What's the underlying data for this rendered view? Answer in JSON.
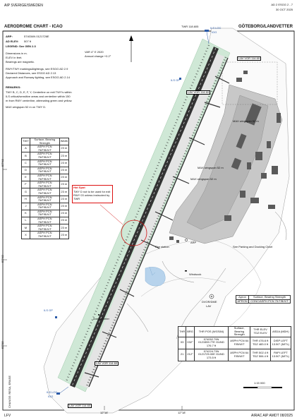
{
  "header": {
    "left": "AIP SVERIGE/SWEDEN",
    "right_ref": "AD 2 ESGG 2 - 7",
    "right_date": "30 OCT 2025"
  },
  "title_bar": {
    "title": "AERODROME CHART - ICAO",
    "twr": "TWR 118.605",
    "location": "GÖTEBORG/LANDVETTER"
  },
  "info": {
    "arp_label": "ARP:",
    "arp_value": "574034N 0121726E",
    "elev_label": "AD ELEV:",
    "elev_value": "507 ft",
    "legend": "LEGEND: See GEN 2.3",
    "dims1": "Dimensions in m.",
    "dims2": "ELEV in feet.",
    "dims3": "Bearings are magnetic.",
    "notes": [
      "RWY/TWY markings&lightings, see ESGG AD 2.9",
      "Declared Distances, see ESGG AD 2.13",
      "Approach and Runway lighting, see ESGG AD 2.14"
    ]
  },
  "remarks": {
    "title": "REMARKS:",
    "lines": [
      "TWY B, C, D, E, F, Y, Centerline on exit TWY's within",
      "ILS critical/sensitive areas and centerline within 150",
      "m from RWY centerline, alternating green and yellow."
    ],
    "wingspan": "MAX wingspan 52 m on TWY D."
  },
  "twy_table": {
    "headers": [
      "TWY",
      "Surface, Bearing Strength",
      "Width"
    ],
    "rows": [
      [
        "A",
        "ASPH PCN 75/F/B/X/T",
        "23 m"
      ],
      [
        "B",
        "ASPH PCN 75/F/B/X/T",
        "23 m"
      ],
      [
        "C",
        "ASPH PCN 75/F/B/X/T",
        "23 m"
      ],
      [
        "D",
        "ASPH PCN 75/F/B/X/T",
        "23 m"
      ],
      [
        "E",
        "ASPH PCN 75/F/B/X/T",
        "23 m"
      ],
      [
        "F",
        "ASPH PCN 75/F/B/X/T",
        "23 m"
      ],
      [
        "G",
        "ASPH PCN 75/F/B/X/T",
        "23 m"
      ],
      [
        "H",
        "ASPH PCN 75/F/B/X/T",
        "23 m"
      ],
      [
        "J",
        "ASPH PCN 75/F/B/X/T",
        "23 m"
      ],
      [
        "K",
        "ASPH PCN 75/F/B/X/T",
        "23 m"
      ],
      [
        "L",
        "ASPH PCN 75/F/B/X/T",
        "23 m"
      ],
      [
        "M",
        "ASPH PCN 75/F/B/X/T",
        "23 m"
      ],
      [
        "X",
        "ASPH PCN 75/F/B/X/T",
        "23 m"
      ]
    ]
  },
  "hotspot": {
    "title": "Hot Spot",
    "lines": [
      "TWY D not to be used for exit",
      "RWY 03 unless instructed by",
      "TWR"
    ]
  },
  "apron_table": {
    "headers": [
      "Apron",
      "Surface, Bearing Strength"
    ],
    "rows": [
      [
        "APRON",
        "CONC/ASPH PCN 75 F/B/X/T"
      ]
    ]
  },
  "rwy_table": {
    "headers": [
      "THR",
      "BRG",
      "THR POS (WGS84)",
      "Surface, Bearing Strength",
      "THR ELEV TDZ ELEV",
      "ASDA (MDH)"
    ],
    "rows": [
      [
        "03",
        "032°",
        "574052.79N 0121559.77E GUND 176.7 ft",
        "ASPH PCN 64 F/B/W/T",
        "THR 476.6 ft TDZ 483.0 ft",
        "DISP LEFT 13.50° (MITL)"
      ],
      [
        "21",
        "212°",
        "574224.73N 0121725.00E GUND 173.5 ft",
        "ASPH PCN 64 F/B/W/T",
        "THR 502.4 ft TDZ 506.4 ft",
        "PAPI LEFT 13.50° (MITL)"
      ]
    ]
  },
  "map_labels": {
    "var": "VAR 4° E 2020",
    "var2": "Annual change +0.2°",
    "ils_loc_21": "ILS LOC",
    "ils_loc_21b": "IGG",
    "ils_gp_21": "ILS GP",
    "lav_top": "LAV VOR 114.60",
    "lav_top2": "LAV VOR 114.60",
    "max_ws_1": "MAX wingspan 52 m",
    "max_ws_2": "MAX wingspan 52 m",
    "max_ws_3": "MAX wingspan 52 m",
    "arp": "ARP",
    "sea_parking": "See Parking and Docking Chart",
    "fire_stn": "Fire station",
    "windsock": "Windsock",
    "anemometer": "Anemometer",
    "dvor": "DVOR/DME",
    "dvor2": "LAV",
    "ils_gp_03": "ILS GP",
    "ils_loc_03": "ILS LOC",
    "ils_loc_03b": "IGG",
    "lav_bot": "LAV VOR 114.60",
    "lav_bot2": "LAV VOR 114.60",
    "apron": "Apron",
    "lat1": "57°41'",
    "lat2": "57°40'",
    "lat3": "57°39'",
    "lon1": "12°16'",
    "lon2": "12°18'",
    "scale": "1:15 000"
  },
  "footer": {
    "left": "LFV",
    "right": "AIRAC AIP AMDT 08/2025",
    "side": "CHANGE: RESA, ERASE"
  },
  "colors": {
    "runway": "#333333",
    "clearway": "#cfe8d6",
    "terrain": "#ffffff",
    "apron": "#c8c8c8",
    "building": "#5a5a5a",
    "water": "#b7d3ec",
    "red": "#d11111",
    "ils": "#2a5aa8"
  }
}
